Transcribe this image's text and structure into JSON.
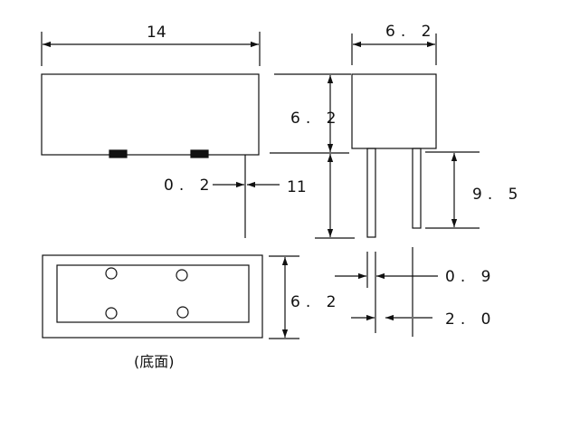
{
  "labels": {
    "length": "14",
    "width_side": "6. 2",
    "height_body": "6. 2",
    "gap": "0. 2",
    "lead_length_front": "11",
    "lead_length_side": "9. 5",
    "bottom_width": "6. 2",
    "pin_width": "0. 9",
    "pin_pitch": "2. 0",
    "bottom_caption": "(底面)"
  },
  "colors": {
    "stroke": "#111111",
    "background": "#ffffff"
  }
}
